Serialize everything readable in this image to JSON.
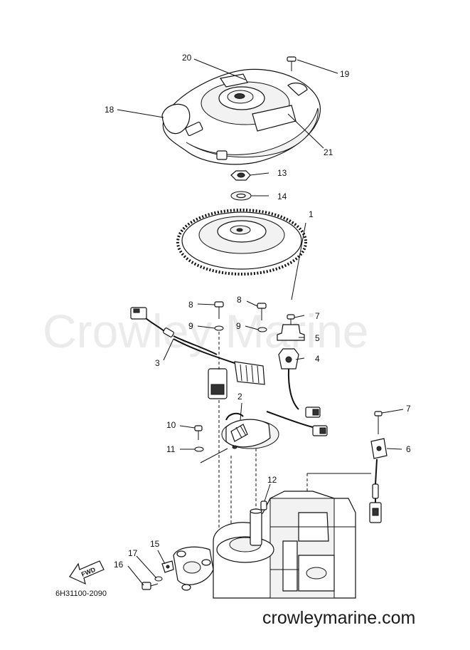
{
  "watermark": "Crowley Marine",
  "footer": "crowleymarine.com",
  "diagram_code": "6H31100-2090",
  "fwd_label": "FWD",
  "callouts": [
    "1",
    "2",
    "3",
    "4",
    "5",
    "6",
    "7",
    "7",
    "8",
    "8",
    "9",
    "9",
    "10",
    "11",
    "12",
    "13",
    "14",
    "15",
    "16",
    "17",
    "18",
    "19",
    "20",
    "21"
  ]
}
